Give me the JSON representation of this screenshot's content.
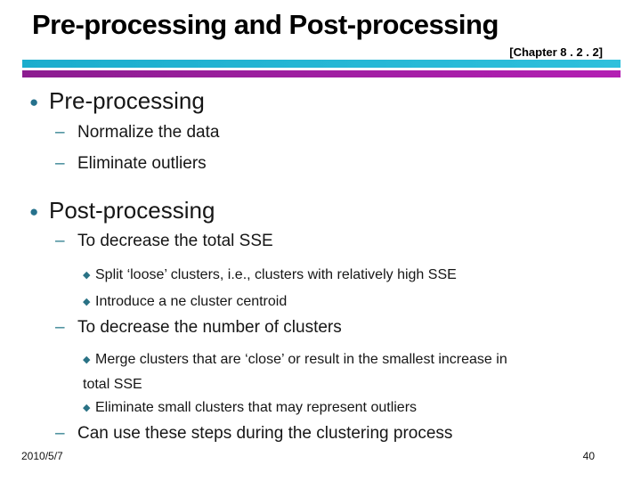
{
  "slide": {
    "title": "Pre-processing and Post-processing",
    "chapter_label": "[Chapter 8 . 2 . 2]",
    "markers": {
      "level1": "●",
      "level2": "–",
      "level3": "◆"
    },
    "colors": {
      "bar_cyan": "#22b4d4",
      "bar_purple": "#a01da5",
      "marker_teal": "#25718c",
      "title_text": "#000000",
      "body_text": "#161616"
    },
    "content": {
      "items": [
        {
          "level": 1,
          "text": "Pre-processing"
        },
        {
          "level": 2,
          "text": "Normalize the data"
        },
        {
          "level": 2,
          "text": "Eliminate outliers"
        },
        {
          "level": 1,
          "text": "Post-processing"
        },
        {
          "level": 2,
          "text": "To decrease the total SSE"
        },
        {
          "level": 3,
          "text": "Split ‘loose’ clusters, i.e., clusters with relatively high SSE"
        },
        {
          "level": 3,
          "text": "Introduce a ne cluster centroid"
        },
        {
          "level": 2,
          "text": "To decrease the number of clusters"
        },
        {
          "level": 3,
          "lines": [
            "Merge clusters that are ‘close’ or result in the smallest increase in",
            "total SSE"
          ]
        },
        {
          "level": 3,
          "text": "Eliminate small clusters that may represent outliers"
        },
        {
          "level": 2,
          "text": "Can use these steps during the clustering process"
        }
      ]
    },
    "footer": {
      "date": "2010/5/7",
      "page_number": "40"
    }
  }
}
